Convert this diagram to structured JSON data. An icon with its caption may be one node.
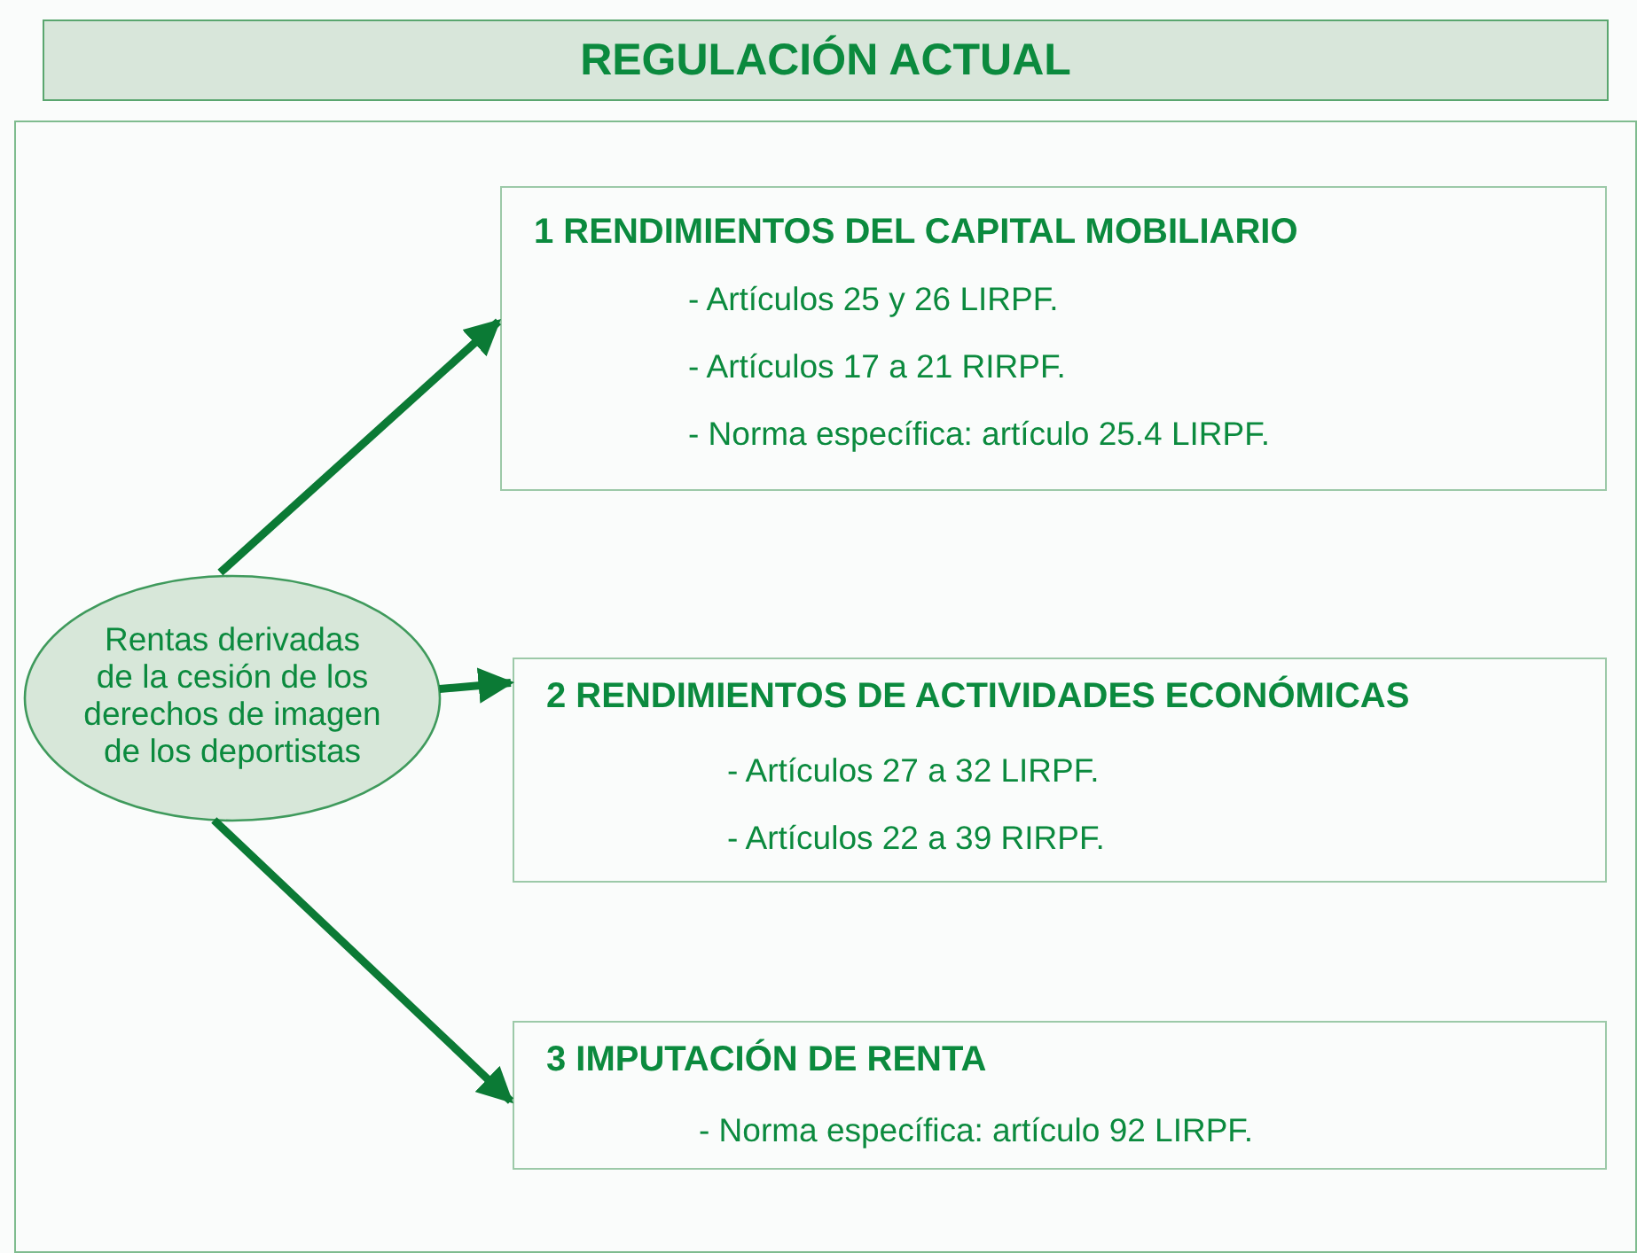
{
  "diagram": {
    "title": "REGULACIÓN ACTUAL",
    "nodes": [
      {
        "text": [],
        "shape": "box"
      },
      {
        "text": [
          "Rentas derivadas de la cesión de los derechos de imagen de los deportistas"
        ],
        "in": 0
      },
      {
        "text": [
          "1  RENDIMIENTOS DEL CAPITAL MOBILIARIO",
          "- Artículos 25 y 26 LIRPF.",
          "- Artículos 17 a 21 RIRPF.",
          "- Norma específica: artículo 25.4 LIRPF."
        ],
        "in": 0
      },
      {
        "text": [
          "2  RENDIMIENTOS DE ACTIVIDADES ECONÓMICAS",
          "- Artículos 27 a 32 LIRPF.",
          "- Artículos 22 a 39 RIRPF."
        ],
        "in": 0
      },
      {
        "text": [
          "3  IMPUTACIÓN DE RENTA",
          "- Norma específica: artículo 92 LIRPF."
        ],
        "in": 0
      }
    ],
    "edges": [
      {
        "from": 1,
        "to": 2,
        "arrow": "to"
      },
      {
        "from": 1,
        "to": 3,
        "arrow": "to"
      },
      {
        "from": 1,
        "to": 4,
        "arrow": "to"
      }
    ]
  }
}
